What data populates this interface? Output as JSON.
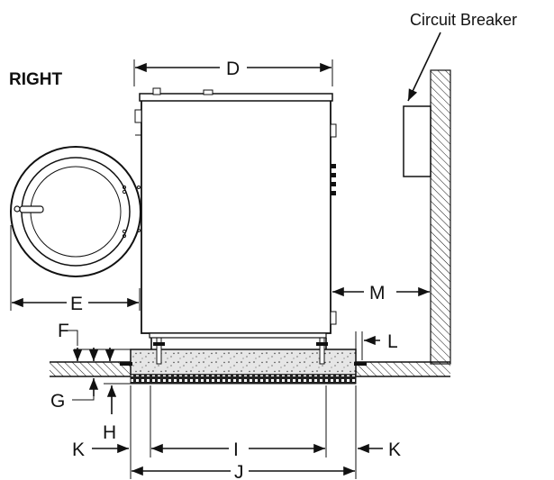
{
  "view_label": "RIGHT",
  "circuit_breaker_label": "Circuit Breaker",
  "dimensions": {
    "D": "D",
    "E": "E",
    "F": "F",
    "G": "G",
    "H": "H",
    "I": "I",
    "J": "J",
    "K_left": "K",
    "K_right": "K",
    "L": "L",
    "M": "M"
  }
}
